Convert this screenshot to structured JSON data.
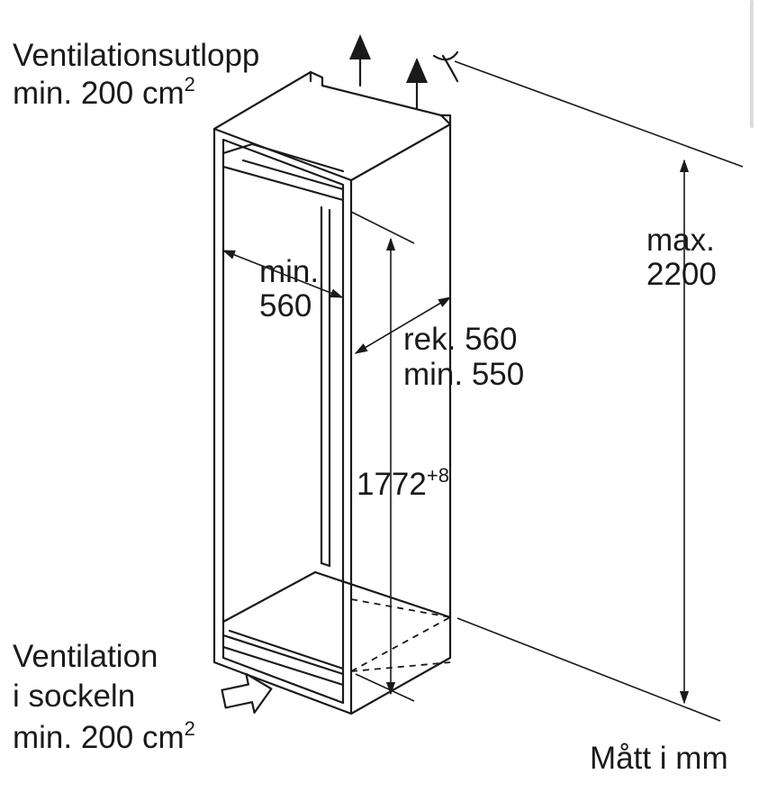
{
  "diagram": {
    "vent_outlet_title": "Ventilationsutlopp",
    "vent_outlet_area": "min. 200 cm",
    "vent_outlet_sup": "2",
    "max_height_prefix": "max.",
    "max_height_value": "2200",
    "width_prefix": "min.",
    "width_value": "560",
    "depth_recommended": "rek. 560",
    "depth_minimum": "min. 550",
    "niche_height_value": "1772",
    "niche_height_tolerance": "+8",
    "vent_base_title": "Ventilation",
    "vent_base_subtitle": "i sockeln",
    "vent_base_area": "min. 200 cm",
    "vent_base_sup": "2",
    "units_note": "Mått i mm"
  }
}
